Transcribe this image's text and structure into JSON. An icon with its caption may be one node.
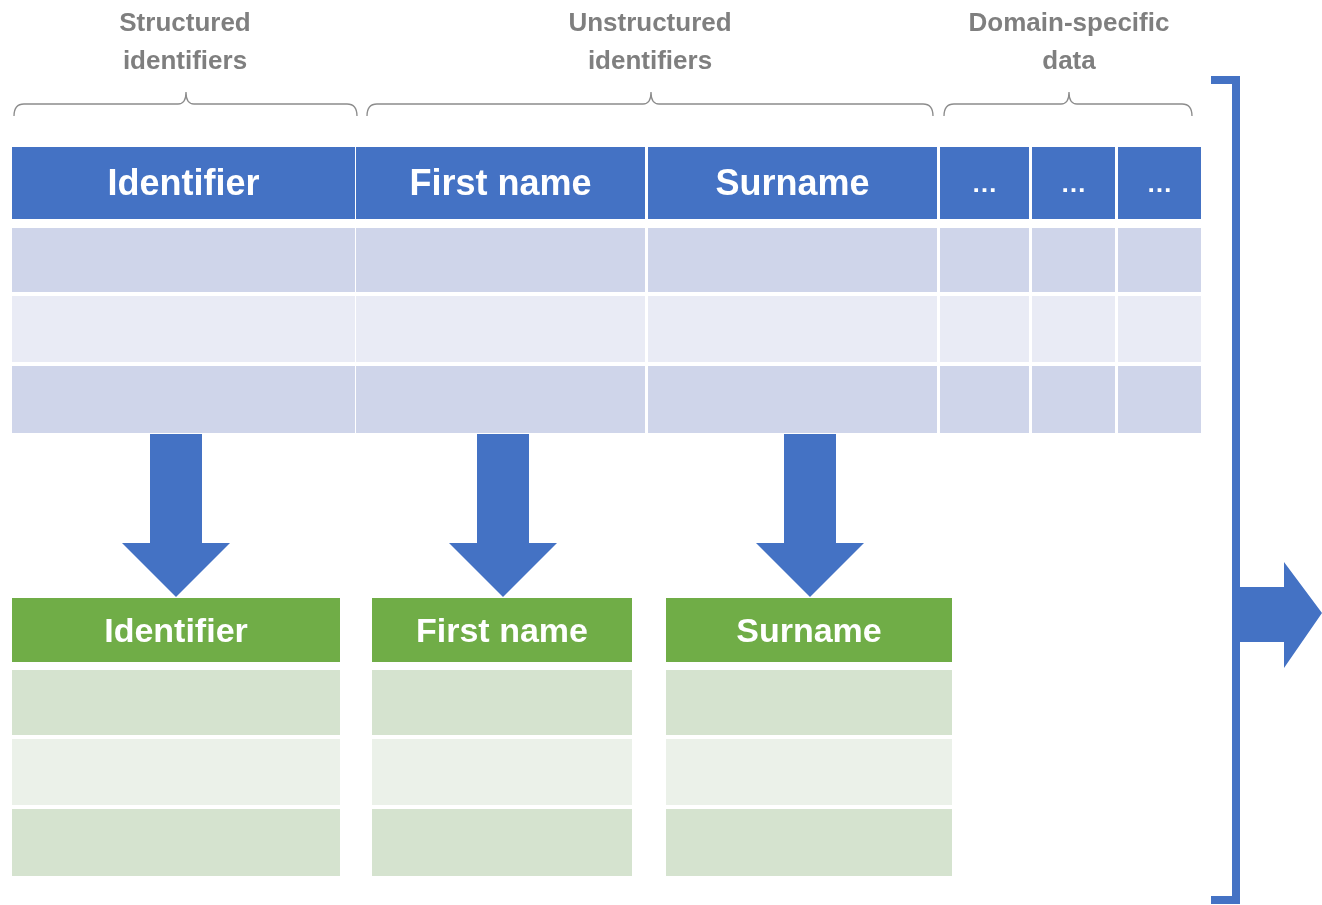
{
  "diagram": {
    "nodes": [
      {
        "text": [
          "Identifier"
        ]
      },
      {
        "text": [
          "First name"
        ]
      },
      {
        "text": [
          "Surname"
        ]
      },
      {
        "text": [
          "…"
        ]
      },
      {
        "text": [
          "…"
        ]
      },
      {
        "text": [
          "…"
        ]
      },
      {
        "text": [],
        "shape": "box"
      },
      {
        "text": [],
        "shape": "box"
      },
      {
        "text": [],
        "shape": "box"
      },
      {
        "text": [],
        "shape": "box"
      },
      {
        "text": [],
        "shape": "box"
      },
      {
        "text": [],
        "shape": "box"
      },
      {
        "text": [],
        "shape": "box"
      },
      {
        "text": [],
        "shape": "box"
      },
      {
        "text": [],
        "shape": "box"
      },
      {
        "text": [],
        "shape": "box"
      },
      {
        "text": [],
        "shape": "box"
      },
      {
        "text": [],
        "shape": "box"
      },
      {
        "text": [],
        "shape": "box"
      },
      {
        "text": [],
        "shape": "box"
      },
      {
        "text": [],
        "shape": "box"
      },
      {
        "text": [],
        "shape": "box"
      },
      {
        "text": [],
        "shape": "box"
      },
      {
        "text": [],
        "shape": "box"
      },
      {
        "text": [
          "Identifier"
        ]
      },
      {
        "text": [
          "First name"
        ]
      },
      {
        "text": [
          "Surname"
        ]
      },
      {
        "text": [],
        "shape": "box"
      },
      {
        "text": [],
        "shape": "box"
      },
      {
        "text": [],
        "shape": "box"
      },
      {
        "text": [],
        "shape": "box"
      },
      {
        "text": [],
        "shape": "box"
      },
      {
        "text": [],
        "shape": "box"
      },
      {
        "text": [],
        "shape": "box"
      },
      {
        "text": [],
        "shape": "box"
      },
      {
        "text": [],
        "shape": "box"
      }
    ],
    "edges": [
      {
        "from": 18,
        "to": 24,
        "arrow": "to"
      },
      {
        "from": 19,
        "to": 25,
        "arrow": "to"
      },
      {
        "from": 20,
        "to": 26,
        "arrow": "to"
      }
    ],
    "labels": [
      "Structured identifiers",
      "Unstructured identifiers",
      "Domain-specific data"
    ]
  }
}
